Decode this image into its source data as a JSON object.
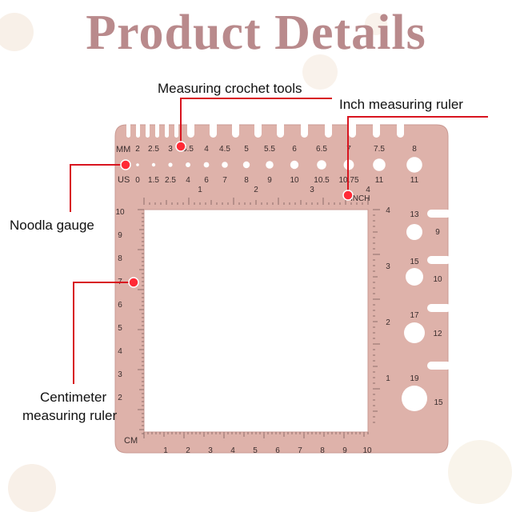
{
  "title": "Product Details",
  "colors": {
    "tool": "#deb2aa",
    "tool_edge": "#c99a93",
    "text": "#3a2d2d",
    "callout": "#d8141f",
    "title": "#b98a8c"
  },
  "callouts": {
    "crochet_tools": "Measuring crochet tools",
    "inch_ruler": "Inch measuring ruler",
    "noodla_gauge": "Noodla gauge",
    "cm_ruler_line1": "Centimeter",
    "cm_ruler_line2": "measuring ruler"
  },
  "gauge": {
    "mm_label": "MM",
    "us_label": "US",
    "mm_sizes": [
      "2",
      "2.5",
      "3",
      "3.5",
      "4",
      "4.5",
      "5",
      "5.5",
      "6",
      "6.5",
      "7",
      "7.5",
      "8"
    ],
    "us_sizes": [
      "0",
      "1.5",
      "2.5",
      "4",
      "6",
      "7",
      "8",
      "9",
      "10",
      "10.5",
      "10.75",
      "11",
      "11"
    ]
  },
  "inch_ruler": {
    "unit": "INCH",
    "top_numbers": [
      "1",
      "2",
      "3",
      "4"
    ],
    "right_numbers": [
      "4",
      "3",
      "2",
      "1"
    ]
  },
  "cm_ruler": {
    "unit": "CM",
    "bottom_numbers": [
      "1",
      "2",
      "3",
      "4",
      "5",
      "6",
      "7",
      "8",
      "9",
      "10"
    ],
    "left_numbers": [
      "10",
      "9",
      "8",
      "7",
      "6",
      "5",
      "4",
      "3",
      "2"
    ]
  },
  "side_gauge": {
    "sizes": [
      "13",
      "9",
      "15",
      "10",
      "17",
      "12",
      "19",
      "15"
    ]
  }
}
